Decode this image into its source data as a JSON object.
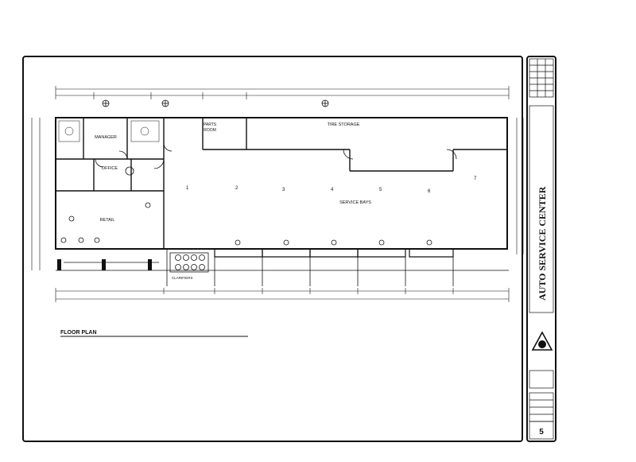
{
  "plan": {
    "title": "FLOOR PLAN",
    "rooms": {
      "manager": "MANAGER",
      "office": "OFFICE",
      "retail": "RETAIL",
      "parts_room_line1": "PARTS",
      "parts_room_line2": "ROOM",
      "tire_storage": "TIRE STORAGE",
      "service_bays": "SERVICE BAYS"
    },
    "bay_numbers": [
      "1",
      "2",
      "3",
      "4",
      "5",
      "6",
      "7"
    ],
    "clarifiers_label": "CLARIFIERS"
  },
  "title_block": {
    "project_name": "AUTO SERVICE CENTER",
    "sheet_number": "5"
  },
  "colors": {
    "ink": "#111111",
    "paper": "#ffffff",
    "hatch": "#555555"
  }
}
